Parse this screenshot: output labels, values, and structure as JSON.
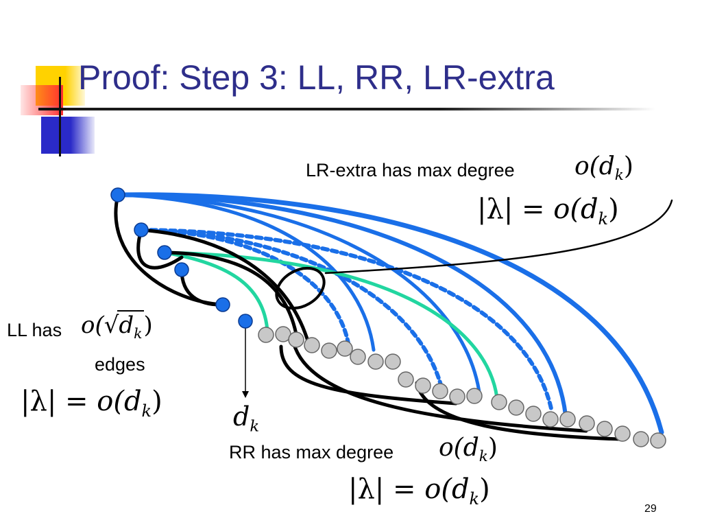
{
  "slide": {
    "title": "Proof: Step 3: LL, RR, LR-extra",
    "page_number": "29"
  },
  "labels": {
    "lr_extra": "LR-extra has max degree",
    "ll_has": "LL has",
    "ll_edges": "edges",
    "rr": "RR has max degree"
  },
  "math": {
    "o_open": "o(",
    "close": ")",
    "d": "d",
    "k": "k",
    "lambda_lhs": "|λ| = ",
    "o": "o"
  },
  "colors": {
    "title": "#2e2e8a",
    "blue_edge": "#1a6fe8",
    "teal_edge": "#22d6a0",
    "black_edge": "#000000",
    "blue_node": "#1a6fe8",
    "gray_node": "#c8c8c8"
  }
}
